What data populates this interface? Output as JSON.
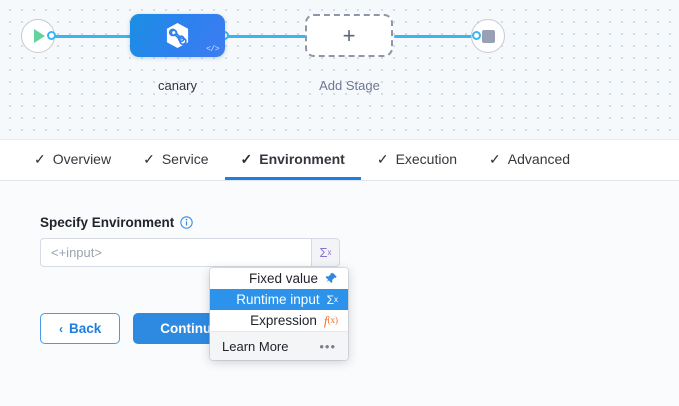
{
  "canvas": {
    "start_node": {
      "icon": "play-icon"
    },
    "end_node": {
      "icon": "stop-icon"
    },
    "stage": {
      "label": "canary",
      "icon": "harness-hexagon-icon",
      "badge": "</>"
    },
    "add_stage": {
      "label": "Add Stage",
      "icon": "plus-icon"
    }
  },
  "tabs": [
    {
      "label": "Overview",
      "check": "✓",
      "active": false
    },
    {
      "label": "Service",
      "check": "✓",
      "active": false
    },
    {
      "label": "Environment",
      "check": "✓",
      "active": true
    },
    {
      "label": "Execution",
      "check": "✓",
      "active": false
    },
    {
      "label": "Advanced",
      "check": "✓",
      "active": false
    }
  ],
  "form": {
    "field_label": "Specify Environment",
    "info_icon": "info-icon",
    "input_placeholder": "<+input>",
    "input_value": "",
    "sigma_button": "Σ",
    "sigma_sup": "x"
  },
  "buttons": {
    "back_label": "Back",
    "back_chevron": "‹",
    "continue_label": "Continue"
  },
  "dropdown": {
    "items": [
      {
        "label": "Fixed value",
        "icon": "pin-icon",
        "glyph": "📌",
        "selected": false
      },
      {
        "label": "Runtime input",
        "icon": "sigma-icon",
        "glyph": "Σ",
        "selected": true
      },
      {
        "label": "Expression",
        "icon": "fx-icon",
        "glyph": "f",
        "selected": false
      }
    ],
    "footer_label": "Learn More",
    "footer_icon": "ellipsis-icon",
    "footer_glyph": "•••"
  },
  "colors": {
    "accent_blue": "#2d8ae0",
    "edge_blue": "#39b5f0",
    "selected_blue": "#2d93ea",
    "sigma_purple": "#8a6fd6",
    "expression_orange": "#f36b21",
    "play_green": "#62d39a",
    "canvas_bg": "#f6f9fb"
  }
}
